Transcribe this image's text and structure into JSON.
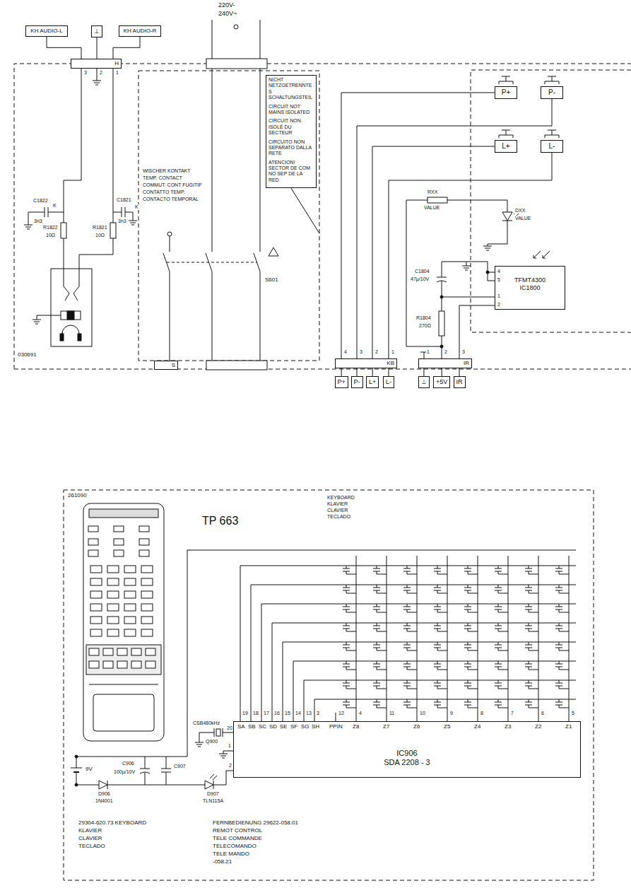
{
  "diagram": {
    "nodes": [
      {
        "text": [
          "KH AUDIO-L"
        ]
      },
      {
        "text": [
          "⊥"
        ]
      },
      {
        "text": [
          "KH AUDIO-R"
        ]
      },
      {
        "text": [
          "H"
        ]
      },
      {
        "text": [
          "NICHT NETZGETRENNTES SCHALTUNGSTEIL",
          "CIRCUIT NOT MAINS ISOLATED",
          "CIRCUIT NON ISOLÉ DU SECTEUR",
          "CIRCUITO NON SEPARATO DALLA RETE",
          "ATENCION! SECTOR DE COM NO SEP DE LA RED"
        ]
      },
      {
        "text": [
          "P+"
        ]
      },
      {
        "text": [
          "P-"
        ]
      },
      {
        "text": [
          "L+"
        ]
      },
      {
        "text": [
          "L-"
        ]
      },
      {
        "text": [
          "TFMT4300",
          "IC1800"
        ]
      },
      {
        "text": [
          "S"
        ]
      },
      {
        "text": [
          "KB"
        ]
      },
      {
        "text": [
          "IR"
        ]
      },
      {
        "text": [
          "P+"
        ]
      },
      {
        "text": [
          "P-"
        ]
      },
      {
        "text": [
          "L+"
        ]
      },
      {
        "text": [
          "L-"
        ]
      },
      {
        "text": [
          "⊥"
        ]
      },
      {
        "text": [
          "+5V"
        ]
      },
      {
        "text": [
          "IR"
        ]
      },
      {
        "text": [
          "IC906",
          "SDA 2208 - 3"
        ]
      }
    ],
    "edges": [
      {
        "from": 0,
        "to": 3,
        "arrow": "none"
      },
      {
        "from": 1,
        "to": 3,
        "arrow": "none"
      },
      {
        "from": 2,
        "to": 3,
        "arrow": "none"
      },
      {
        "from": 5,
        "to": 11,
        "arrow": "none"
      },
      {
        "from": 6,
        "to": 11,
        "arrow": "none"
      },
      {
        "from": 7,
        "to": 11,
        "arrow": "none"
      },
      {
        "from": 8,
        "to": 11,
        "arrow": "none"
      },
      {
        "from": 9,
        "to": 12,
        "arrow": "none"
      },
      {
        "from": 11,
        "to": 13,
        "arrow": "none"
      },
      {
        "from": 11,
        "to": 14,
        "arrow": "none"
      },
      {
        "from": 11,
        "to": 15,
        "arrow": "none"
      },
      {
        "from": 11,
        "to": 16,
        "arrow": "none"
      },
      {
        "from": 12,
        "to": 17,
        "arrow": "none"
      },
      {
        "from": 12,
        "to": 18,
        "arrow": "none"
      },
      {
        "from": 12,
        "to": 19,
        "arrow": "none"
      }
    ],
    "labels": [
      "220V-",
      "240V~",
      "3",
      "2",
      "1",
      "C1822",
      "K",
      "3n3",
      "R1822",
      "10Ω",
      "C1821",
      "K",
      "3n3",
      "R1821",
      "10Ω",
      "030691",
      "WISCHER KONTAKT",
      "TEMP. CONTACT",
      "COMMUT. CONT FUGITIF",
      "CONTATTO TEMP.",
      "CONTACTO TEMPORAL",
      "S601",
      "4",
      "3",
      "2",
      "1",
      "1",
      "2",
      "3",
      "RXX",
      "VALUE",
      "DXX",
      "VALUE",
      "C1804",
      "47µ/10V",
      "R1804",
      "270Ω",
      "4",
      "5",
      "1",
      "2",
      "261090",
      "TP 663",
      "KEYBOARD",
      "KLAVIER",
      "CLAVIER",
      "TECLADO",
      "Z1",
      "Z2",
      "Z3",
      "Z4",
      "Z5",
      "Z6",
      "Z7",
      "Z8",
      "PPIN",
      "SH",
      "SG",
      "SF",
      "SE",
      "SD",
      "SC",
      "SB",
      "SA",
      "5",
      "6",
      "7",
      "8",
      "9",
      "10",
      "11",
      "4",
      "12",
      "3",
      "13",
      "14",
      "15",
      "16",
      "17",
      "18",
      "19",
      "20",
      "1",
      "2",
      "Q900",
      "CSB480kHz",
      "9V",
      "D906",
      "1N4001",
      "C906",
      "100µ/10V",
      "C907",
      "D907",
      "TLN115A",
      "29304-620.73 KEYBOARD",
      "KLAVIER",
      "CLAVIER",
      "TECLADO",
      "FERNBEDIENUNG 29622-058.01",
      "REMOT CONTROL",
      "TELE COMMANDE",
      "TELECOMANDO",
      "TELE MANDO",
      "-058.21"
    ]
  }
}
